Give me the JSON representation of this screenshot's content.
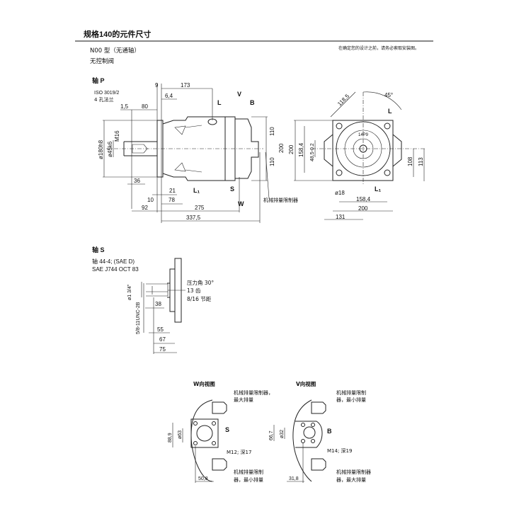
{
  "header": {
    "title": "规格140的元件尺寸",
    "model": "N00 型（无通轴）",
    "control": "无控制阀",
    "note": "在确定您的设计之前，请务必索取安装图。"
  },
  "shaft_p": {
    "title": "轴 P",
    "flange1": "ISO 3019/2",
    "flange2": "4 孔法兰",
    "dims": {
      "d9": "9",
      "d173": "173",
      "d64": "6,4",
      "d15": "1,5",
      "d80": "80",
      "d180": "ø180h8",
      "d45": "ø45k6",
      "m16": "M16",
      "d110a": "110",
      "d110b": "110",
      "d36": "36",
      "d21": "21",
      "d10": "10",
      "d78": "78",
      "d92": "92",
      "d275": "275",
      "d3375": "337,5",
      "d200": "200"
    },
    "ports": {
      "L": "L",
      "V": "V",
      "B": "B",
      "L1": "L₁",
      "S": "S",
      "W": "W"
    },
    "limiter": "机械排量限制器"
  },
  "front_view": {
    "dims": {
      "d1185": "118,5",
      "a45": "45°",
      "d14": "14P9",
      "d200v": "200",
      "d1584v": "158,4",
      "d485": "48,5-0.2",
      "d108": "108",
      "d113": "113",
      "d18": "ø18",
      "d1584h": "158,4",
      "d200h": "200",
      "d131": "131"
    },
    "L": "L",
    "L1": "L₁"
  },
  "shaft_s": {
    "title": "轴 S",
    "spec1": "轴 44-4; (SAE D)",
    "spec2": "SAE J744 OCT 83",
    "pressure_angle": "压力角 30°",
    "teeth": "13 齿",
    "pitch": "8/16 节距",
    "d34": "ø1 3/4\"",
    "unc": "5/8-11UNC-2B",
    "d38": "38",
    "d55": "55",
    "d67": "67",
    "d75": "75"
  },
  "view_w": {
    "title": "W向视图",
    "top_label1": "机械排量限制器，",
    "top_label2": "最大排量",
    "port": "S",
    "thread": "M12; 深17",
    "bottom_label1": "机械排量限制",
    "bottom_label2": "器，最小排量",
    "d889": "88,9",
    "d63": "ø63",
    "d508": "50,8"
  },
  "view_v": {
    "title": "V向视图",
    "top_label1": "机械排量限制",
    "top_label2": "器，最小排量",
    "port": "B",
    "thread": "M14; 深19",
    "bottom_label1": "机械排量限制器",
    "bottom_label2": "器，最大排量",
    "d667": "66,7",
    "d32": "ø32",
    "d318": "31,8"
  }
}
